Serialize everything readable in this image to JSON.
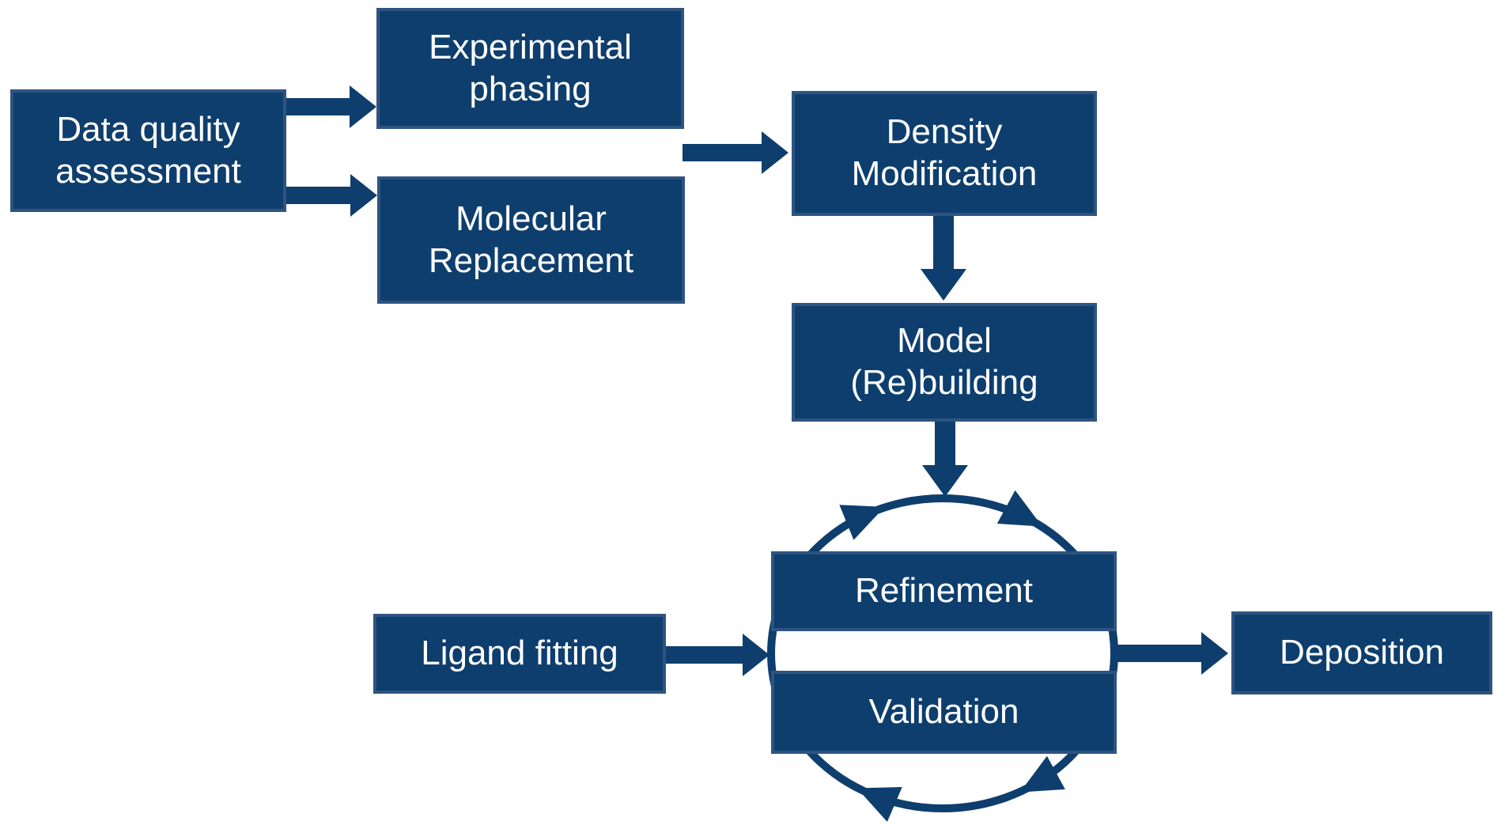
{
  "colors": {
    "shape": "#0e3e6d",
    "edge": "#2e5480",
    "text": "#ffffff",
    "background": "#ffffff"
  },
  "boxes": {
    "data_quality": "Data quality\nassessment",
    "experimental_phasing": "Experimental\nphasing",
    "molecular_replacement": "Molecular\nReplacement",
    "density_modification": "Density\nModification",
    "model_rebuilding": "Model\n(Re)building",
    "refinement": "Refinement",
    "validation": "Validation",
    "ligand_fitting": "Ligand fitting",
    "deposition": "Deposition"
  },
  "connections": [
    {
      "from": "Data quality assessment",
      "to": "Experimental phasing"
    },
    {
      "from": "Data quality assessment",
      "to": "Molecular Replacement"
    },
    {
      "from": "Experimental phasing & Molecular Replacement",
      "to": "Density Modification"
    },
    {
      "from": "Density Modification",
      "to": "Model (Re)building"
    },
    {
      "from": "Model (Re)building",
      "to": "Refinement / Validation cycle"
    },
    {
      "from": "Ligand fitting",
      "to": "Refinement / Validation cycle"
    },
    {
      "from": "Refinement / Validation cycle",
      "to": "Deposition"
    },
    {
      "cycle": "Refinement and Validation linked by clockwise circular arrows"
    }
  ]
}
